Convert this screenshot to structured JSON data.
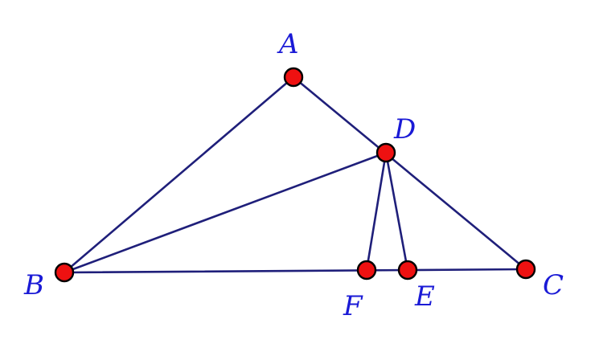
{
  "diagram": {
    "points": [
      {
        "id": "A",
        "label": "A"
      },
      {
        "id": "B",
        "label": "B"
      },
      {
        "id": "C",
        "label": "C"
      },
      {
        "id": "D",
        "label": "D"
      },
      {
        "id": "E",
        "label": "E"
      },
      {
        "id": "F",
        "label": "F"
      }
    ],
    "segments": [
      [
        "A",
        "B"
      ],
      [
        "A",
        "C"
      ],
      [
        "B",
        "C"
      ],
      [
        "B",
        "D"
      ],
      [
        "D",
        "F"
      ],
      [
        "D",
        "E"
      ]
    ],
    "colors": {
      "line": "#1f1f7a",
      "point_fill": "#ee1111",
      "point_stroke": "#000000",
      "label": "#1a1ad6"
    }
  }
}
